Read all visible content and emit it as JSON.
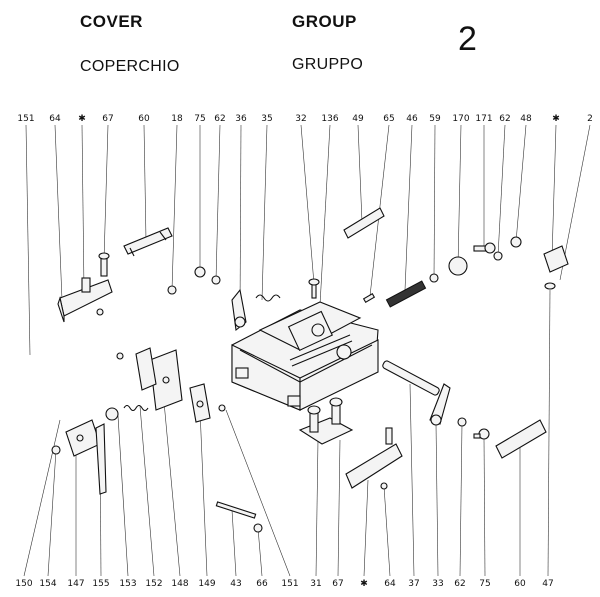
{
  "header": {
    "title_en": "COVER",
    "group_en": "GROUP",
    "title_it": "COPERCHIO",
    "group_it": "GRUPPO",
    "group_number": "2"
  },
  "callouts_top": [
    "151",
    "64",
    "✱",
    "67",
    "60",
    "18",
    "75",
    "62",
    "36",
    "35",
    "32",
    "136",
    "49",
    "65",
    "46",
    "59",
    "170",
    "171",
    "62",
    "48",
    "✱",
    "2"
  ],
  "callouts_bottom": [
    "150",
    "154",
    "147",
    "155",
    "153",
    "152",
    "148",
    "149",
    "43",
    "66",
    "151",
    "31",
    "67",
    "✱",
    "64",
    "37",
    "33",
    "62",
    "75",
    "60",
    "47"
  ]
}
